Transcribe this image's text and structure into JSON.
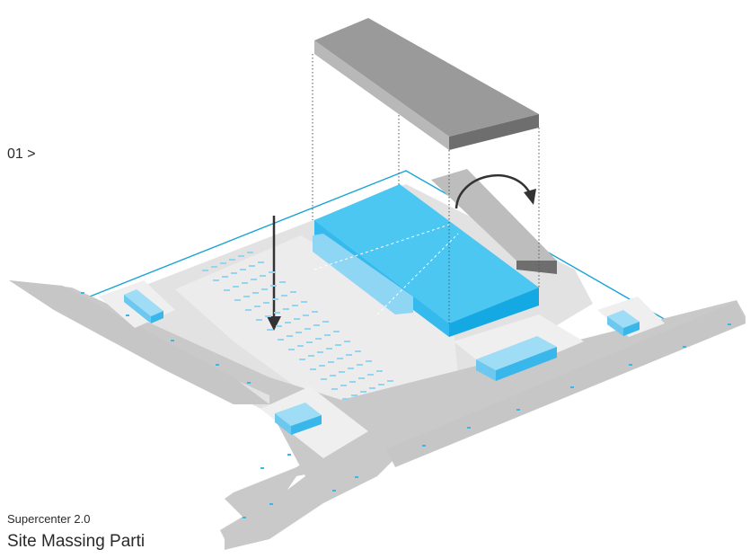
{
  "step_label": "01 >",
  "caption": {
    "subtitle": "Supercenter 2.0",
    "title": "Site Massing Parti"
  },
  "colors": {
    "road": "#c8c8c8",
    "pad": "#e3e3e3",
    "lot": "#ececec",
    "building_top": "#4cc7f2",
    "building_side": "#15a9e3",
    "roof_block": "#9a9a9a",
    "roof_side": "#6e6e6e",
    "site_line": "#19a3d6",
    "arrow": "#333333",
    "car": "#3ab7ea"
  },
  "icons": [
    "down-arrow-icon",
    "rotate-arrow-icon"
  ]
}
